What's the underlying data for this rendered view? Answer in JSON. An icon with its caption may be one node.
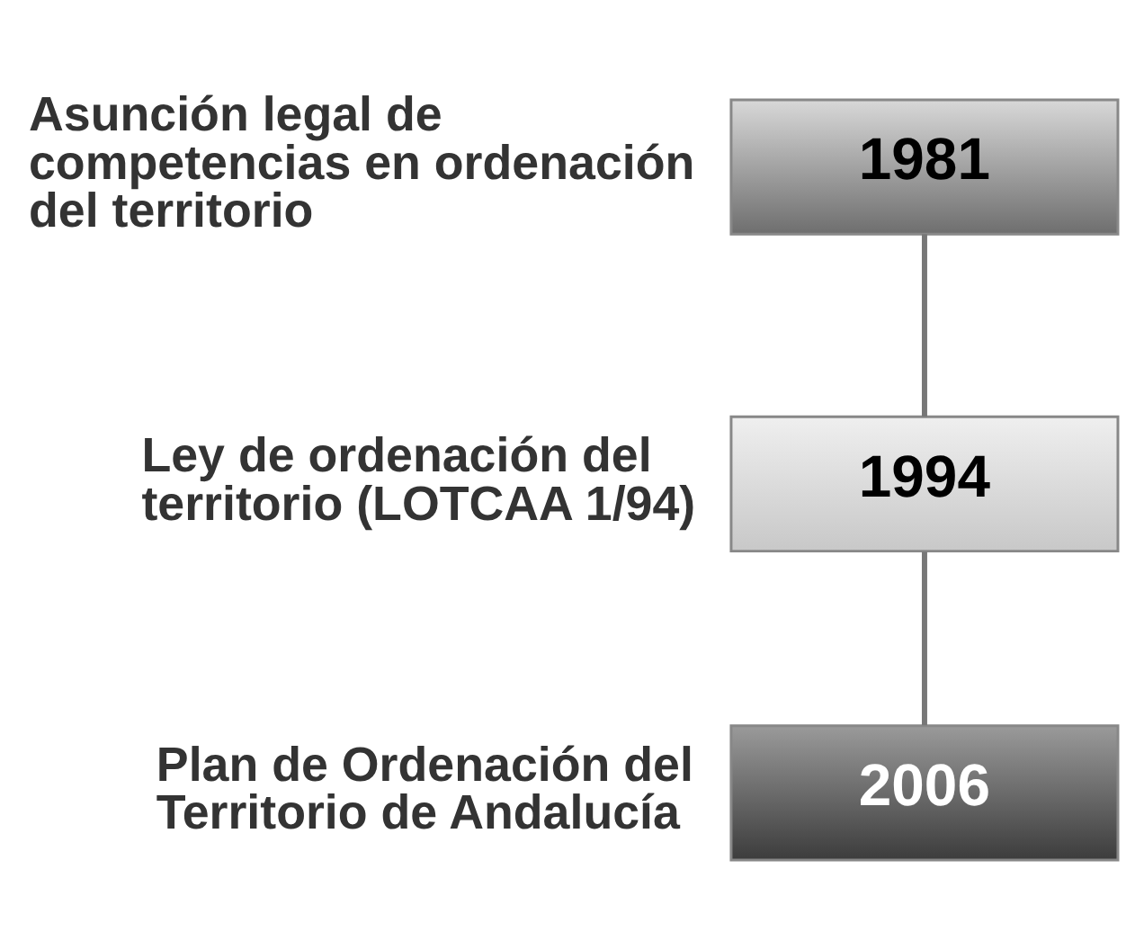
{
  "diagram": {
    "nodes": [
      {
        "text": [
          "1981"
        ],
        "beside": [
          "Asunción legal de competencias en ordenación del territorio"
        ]
      },
      {
        "text": [
          "1994"
        ],
        "beside": [
          "Ley de ordenación del territorio (LOTCAA 1/94)"
        ]
      },
      {
        "text": [
          "2006"
        ],
        "beside": [
          "Plan de Ordenación del Territorio de Andalucía"
        ]
      }
    ],
    "edges": [
      {
        "from": 0,
        "to": 1,
        "arrow": "none"
      },
      {
        "from": 1,
        "to": 2,
        "arrow": "none"
      }
    ]
  }
}
